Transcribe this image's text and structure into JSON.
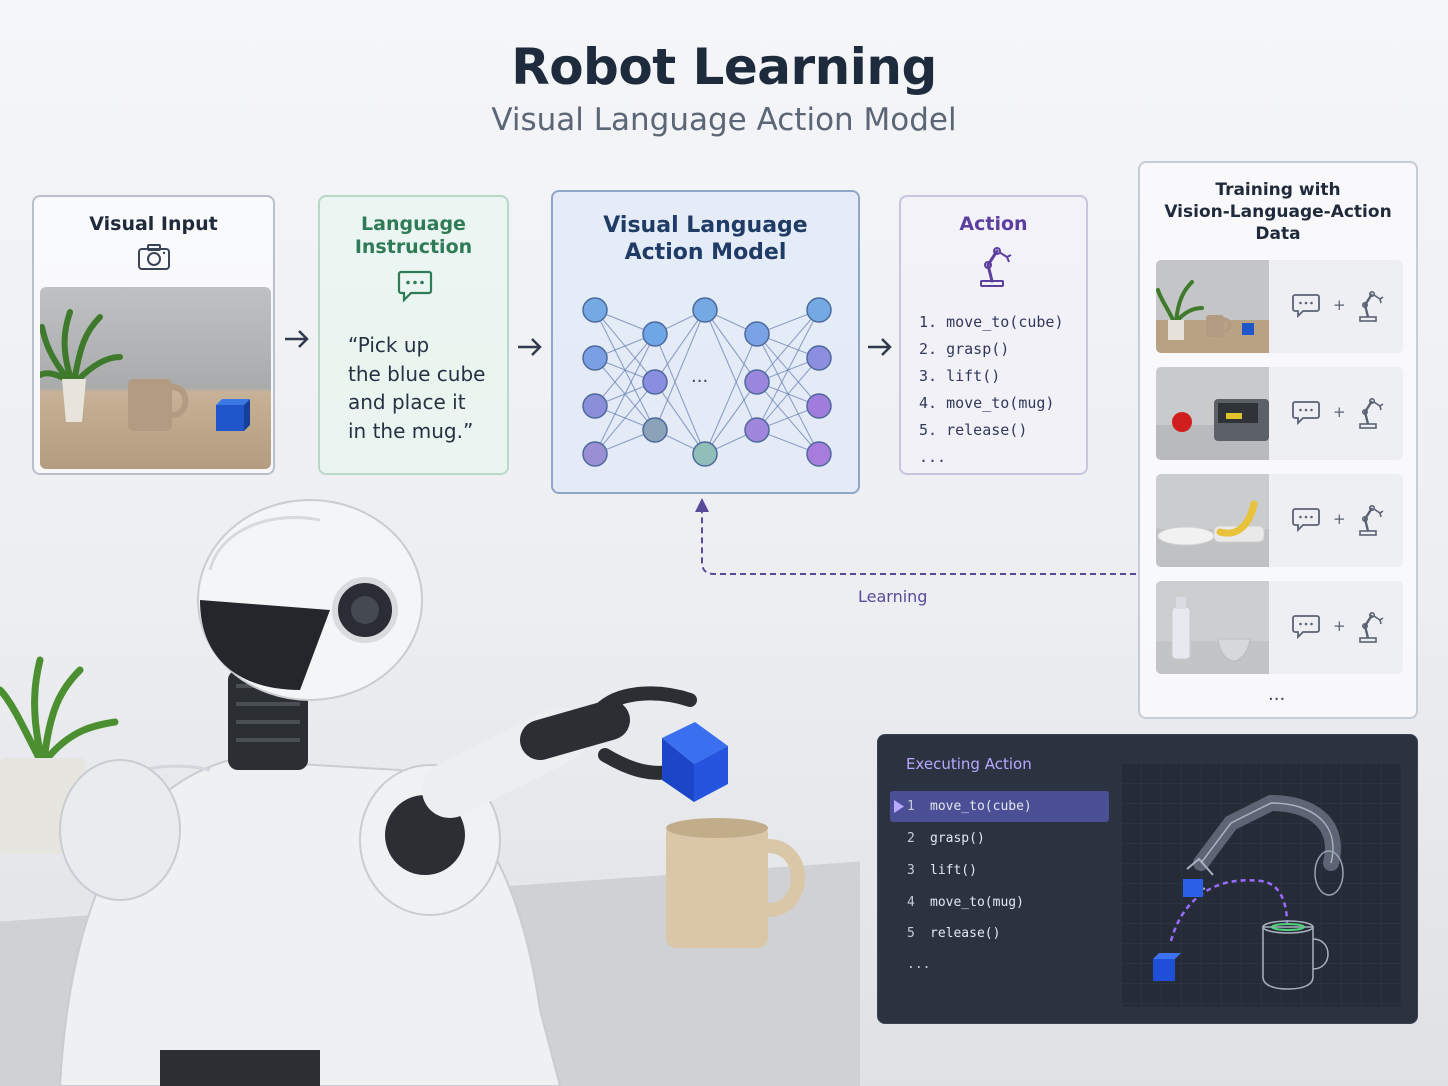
{
  "header": {
    "title": "Robot Learning",
    "subtitle": "Visual Language Action Model"
  },
  "visual_input": {
    "title": "Visual Input",
    "icon": "camera-icon"
  },
  "language_instruction": {
    "title_line1": "Language",
    "title_line2": "Instruction",
    "icon": "chat-bubble-icon",
    "quote": "“Pick up\nthe blue cube\nand place it\nin the mug.”"
  },
  "model": {
    "title_line1": "Visual Language",
    "title_line2": "Action Model",
    "ellipsis": "..."
  },
  "action": {
    "title": "Action",
    "icon": "robot-arm-icon",
    "steps": [
      "1. move_to(cube)",
      "2. grasp()",
      "3. lift()",
      "4. move_to(mug)",
      "5. release()"
    ],
    "ellipsis": "..."
  },
  "training": {
    "title_line1": "Training with",
    "title_line2": "Vision-Language-Action",
    "title_line3": "Data",
    "plus": "+",
    "ellipsis": "...",
    "rows": [
      {
        "scene": "plant-mug-cube"
      },
      {
        "scene": "apple-toaster"
      },
      {
        "scene": "plate-banana"
      },
      {
        "scene": "bottle-bowl"
      }
    ]
  },
  "learning_label": "Learning",
  "execution": {
    "title": "Executing Action",
    "steps": [
      {
        "num": "1",
        "code": "move_to(cube)",
        "active": true
      },
      {
        "num": "2",
        "code": "grasp()",
        "active": false
      },
      {
        "num": "3",
        "code": "lift()",
        "active": false
      },
      {
        "num": "4",
        "code": "move_to(mug)",
        "active": false
      },
      {
        "num": "5",
        "code": "release()",
        "active": false
      }
    ],
    "ellipsis": "..."
  },
  "colors": {
    "title": "#1e2b3d",
    "language_green": "#2f7a57",
    "model_blue": "#1f3b66",
    "action_purple": "#5b3f9e",
    "exec_accent": "#b9a8ff",
    "cube_blue": "#1f4fd8"
  }
}
